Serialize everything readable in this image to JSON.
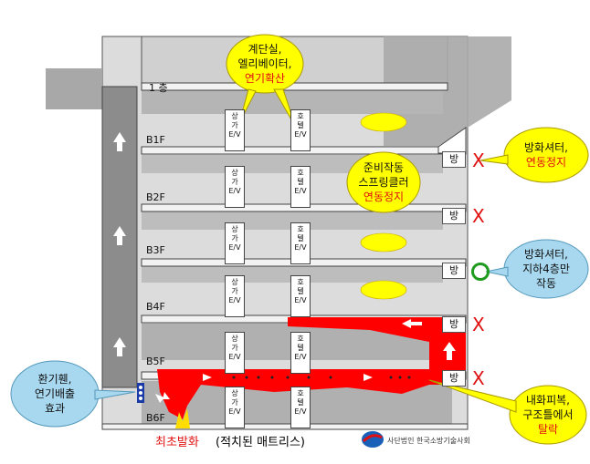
{
  "floors": {
    "f1": "1 층",
    "b1": "B1F",
    "b2": "B2F",
    "b3": "B3F",
    "b4": "B4F",
    "b5": "B5F",
    "b6": "B6F"
  },
  "elevators": {
    "mall": [
      "상",
      "가",
      "E/V"
    ],
    "hotel": [
      "호",
      "텔",
      "E/V"
    ]
  },
  "shutter_label": "방",
  "marks": {
    "x": "X"
  },
  "bubbles": {
    "stairs": {
      "line1": "계단실,",
      "line2": "엘리베이터,",
      "line3": "연기확산"
    },
    "sprinkler": {
      "line1": "준비작동",
      "line2": "스프링클러",
      "line3": "연동정지"
    },
    "shutter_stop": {
      "line1": "방화셔터,",
      "line2": "연동정지"
    },
    "shutter_b4": {
      "line1": "방화셔터,",
      "line2": "지하4층만",
      "line3": "작동"
    },
    "vent": {
      "line1": "환기휀,",
      "line2": "연기배출",
      "line3": "효과"
    },
    "finish": {
      "line1": "내화피복,",
      "line2": "구조틀에서",
      "line3": "탈락"
    }
  },
  "captions": {
    "origin": "최초발화",
    "matrix": "(적치된 매트리스)"
  },
  "footer": {
    "org": "사단법인 한국소방기술사회"
  },
  "colors": {
    "fire": "#ff0000",
    "smoke": "#999999",
    "shaft": "#888888",
    "bubble_yellow": "#ffff00",
    "bubble_blue": "#a8d8f0",
    "accent_red": "#e01010",
    "ok_green": "#1e9b1e"
  }
}
